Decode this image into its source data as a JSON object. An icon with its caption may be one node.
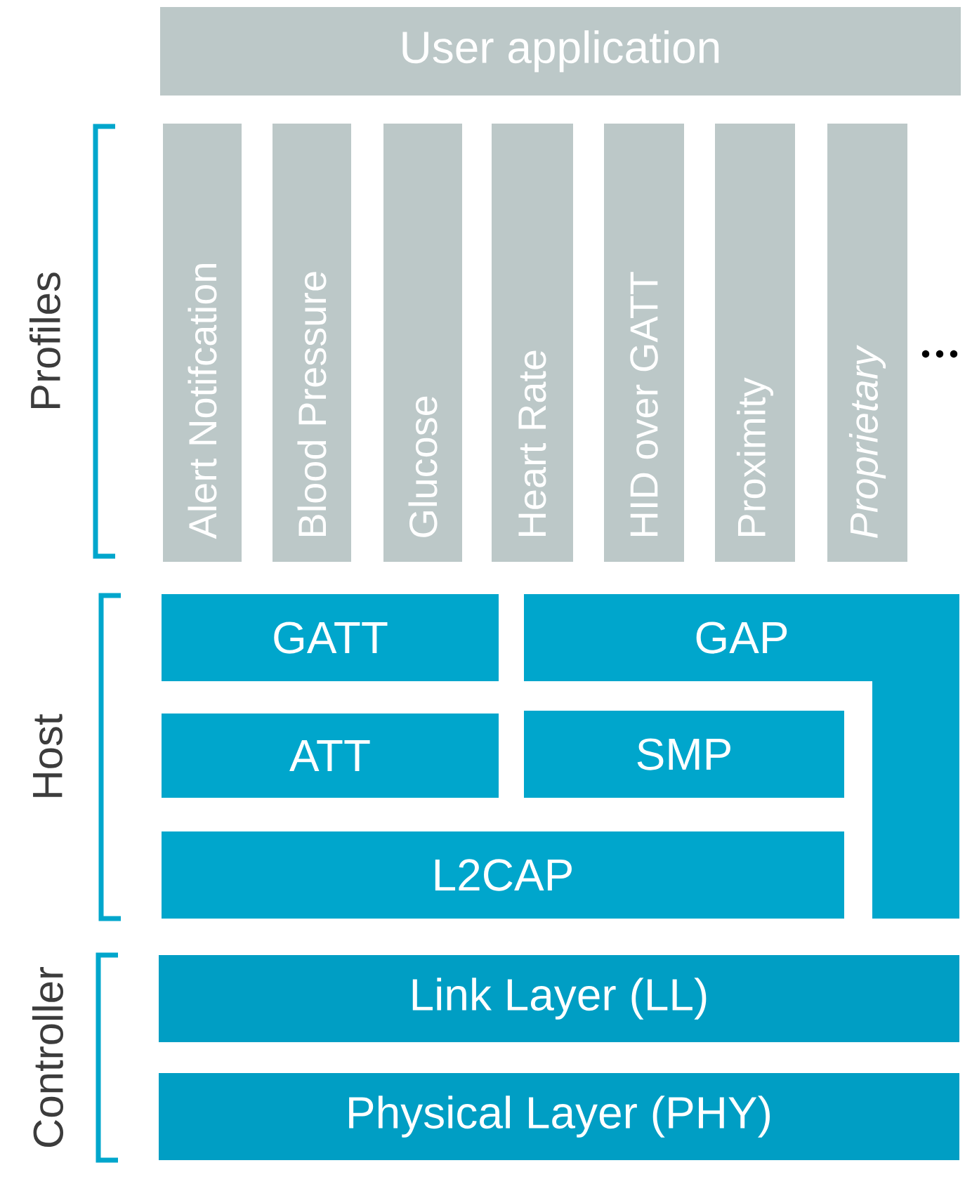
{
  "diagram": {
    "nodes": [
      {
        "text": [
          "User application"
        ]
      },
      {
        "text": [
          "Alert Notifcation"
        ]
      },
      {
        "text": [
          "Blood Pressure"
        ]
      },
      {
        "text": [
          "Glucose"
        ]
      },
      {
        "text": [
          "Heart Rate"
        ]
      },
      {
        "text": [
          "HID over GATT"
        ]
      },
      {
        "text": [
          "Proximity"
        ]
      },
      {
        "text": [
          "Proprietary"
        ]
      },
      {
        "text": [
          "GATT"
        ]
      },
      {
        "text": [
          "GAP"
        ]
      },
      {
        "text": [
          "ATT"
        ]
      },
      {
        "text": [
          "SMP"
        ]
      },
      {
        "text": [
          "L2CAP"
        ]
      },
      {
        "text": [
          "Link Layer (LL)"
        ]
      },
      {
        "text": [
          "Physical Layer (PHY)"
        ]
      }
    ],
    "labels": [
      "Profiles",
      "Host",
      "Controller"
    ]
  }
}
